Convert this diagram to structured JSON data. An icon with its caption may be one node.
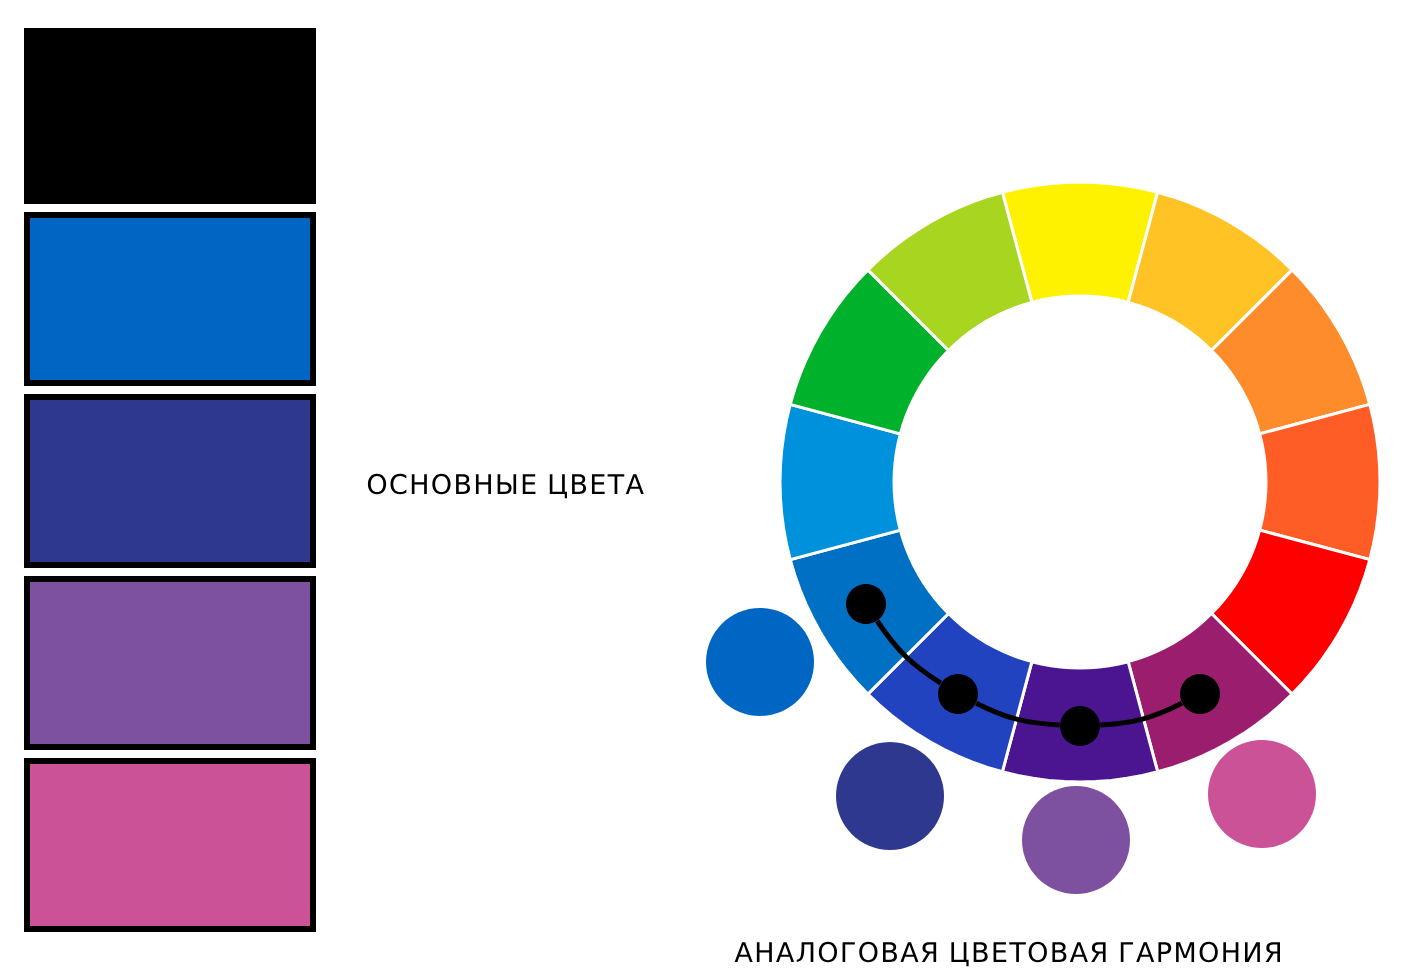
{
  "diagram": {
    "nodes": [
      {
        "text": [],
        "shape": "circle"
      },
      {
        "text": [],
        "shape": "circle"
      },
      {
        "text": [],
        "shape": "circle"
      },
      {
        "text": [],
        "shape": "circle"
      }
    ],
    "edges": [
      {
        "from": 0,
        "to": 1,
        "arrow": "none"
      },
      {
        "from": 1,
        "to": 2,
        "arrow": "none"
      },
      {
        "from": 2,
        "to": 3,
        "arrow": "none"
      }
    ],
    "labels": [
      "ОСНОВНЫЕ ЦВЕТА",
      "АНАЛОГОВАЯ ЦВЕТОВАЯ ГАРМОНИЯ"
    ]
  }
}
